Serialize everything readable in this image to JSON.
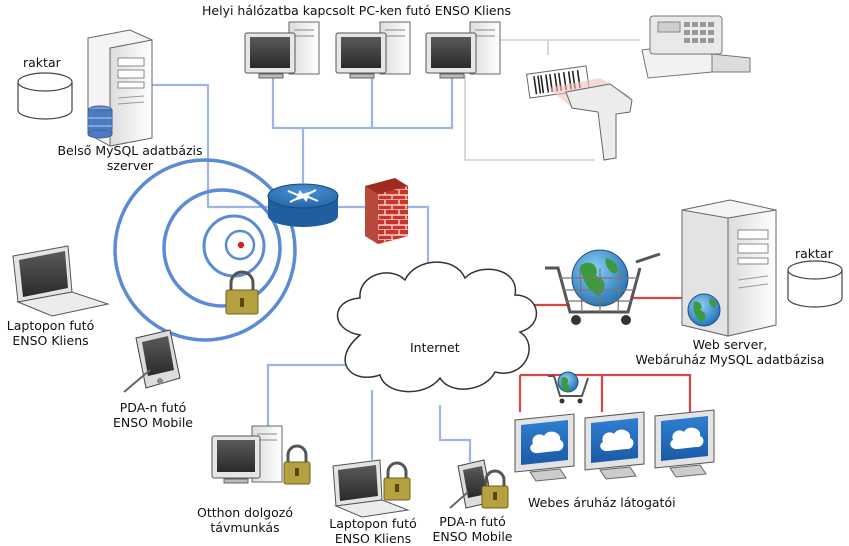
{
  "labels": {
    "lan_clients": "Helyi hálózatba kapcsolt PC-ken futó ENSO Kliens",
    "storage_left": "raktar",
    "internal_db": [
      "Belső MySQL adatbázis",
      "szerver"
    ],
    "laptop_left": [
      "Laptopon futó",
      "ENSO Kliens"
    ],
    "pda_left": [
      "PDA-n futó",
      "ENSO Mobile"
    ],
    "internet": "Internet",
    "storage_right": "raktar",
    "web_server": [
      "Web server,",
      "Webáruház MySQL adatbázisa"
    ],
    "remote_worker": [
      "Otthon dolgozó",
      "távmunkás"
    ],
    "laptop_bottom": [
      "Laptopon futó",
      "ENSO Kliens"
    ],
    "pda_bottom": [
      "PDA-n futó",
      "ENSO Mobile"
    ],
    "web_visitors": "Webes áruház látogatói"
  },
  "colors": {
    "lan_link": "#9db4e6",
    "wireless": "#5b8ad6",
    "web_link": "#d94545",
    "scanner_link": "#cfcfcf",
    "router": "#2f72b8",
    "firewall": "#c0392b",
    "lock": "#b5a13f"
  }
}
